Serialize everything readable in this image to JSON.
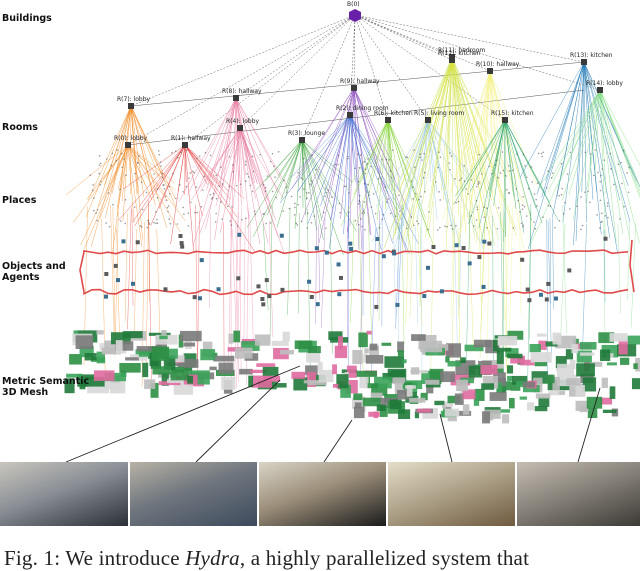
{
  "layers": {
    "buildings": "Buildings",
    "rooms": "Rooms",
    "places": "Places",
    "objects": "Objects and\nAgents",
    "mesh": "Metric Semantic\n3D Mesh"
  },
  "building_node": "B(0)",
  "room_nodes": [
    {
      "label": "R(7): lobby",
      "color": "#f08a24"
    },
    {
      "label": "R(8): hallway",
      "color": "#e87aa0"
    },
    {
      "label": "R(0): lobby",
      "color": "#f08a24"
    },
    {
      "label": "R(1): hallway",
      "color": "#e02e2e"
    },
    {
      "label": "R(4): lobby",
      "color": "#e87aa0"
    },
    {
      "label": "R(3): lounge",
      "color": "#2e9a2e"
    },
    {
      "label": "R(9): hallway",
      "color": "#8e4fbf"
    },
    {
      "label": "R(2): dining room",
      "color": "#3d6fd1"
    },
    {
      "label": "R(6): kitchen",
      "color": "#7fd12f"
    },
    {
      "label": "R(5): living room",
      "color": "#8fc7e8"
    },
    {
      "label": "R(11): bedroom",
      "color": "#c8e05a"
    },
    {
      "label": "R(12): kitchen",
      "color": "#d8e23a"
    },
    {
      "label": "R(10): hallway",
      "color": "#f3f07a"
    },
    {
      "label": "R(15): kitchen",
      "color": "#1fa060"
    },
    {
      "label": "R(13): kitchen",
      "color": "#1f78b4"
    },
    {
      "label": "R(14): lobby",
      "color": "#7ddc7d"
    }
  ],
  "caption": {
    "prefix": "Fig. 1: We introduce ",
    "emph": "Hydra",
    "suffix": ", a highly parallelized system that"
  },
  "photos": [
    {
      "name": "study-room-photo",
      "colors": [
        "#8a8f96",
        "#2b2f36",
        "#c9c6bd"
      ]
    },
    {
      "name": "lounge-chairs-photo",
      "colors": [
        "#6f767e",
        "#3d4a5c",
        "#b8b2a6"
      ]
    },
    {
      "name": "piano-room-photo",
      "colors": [
        "#9c8f7a",
        "#1b1b1b",
        "#d9d4c7"
      ]
    },
    {
      "name": "hallway-photo",
      "colors": [
        "#b0a58c",
        "#6e5a3f",
        "#e5ddc8"
      ]
    },
    {
      "name": "stairs-photo",
      "colors": [
        "#8a857c",
        "#3c3a36",
        "#c4beb3"
      ]
    }
  ]
}
